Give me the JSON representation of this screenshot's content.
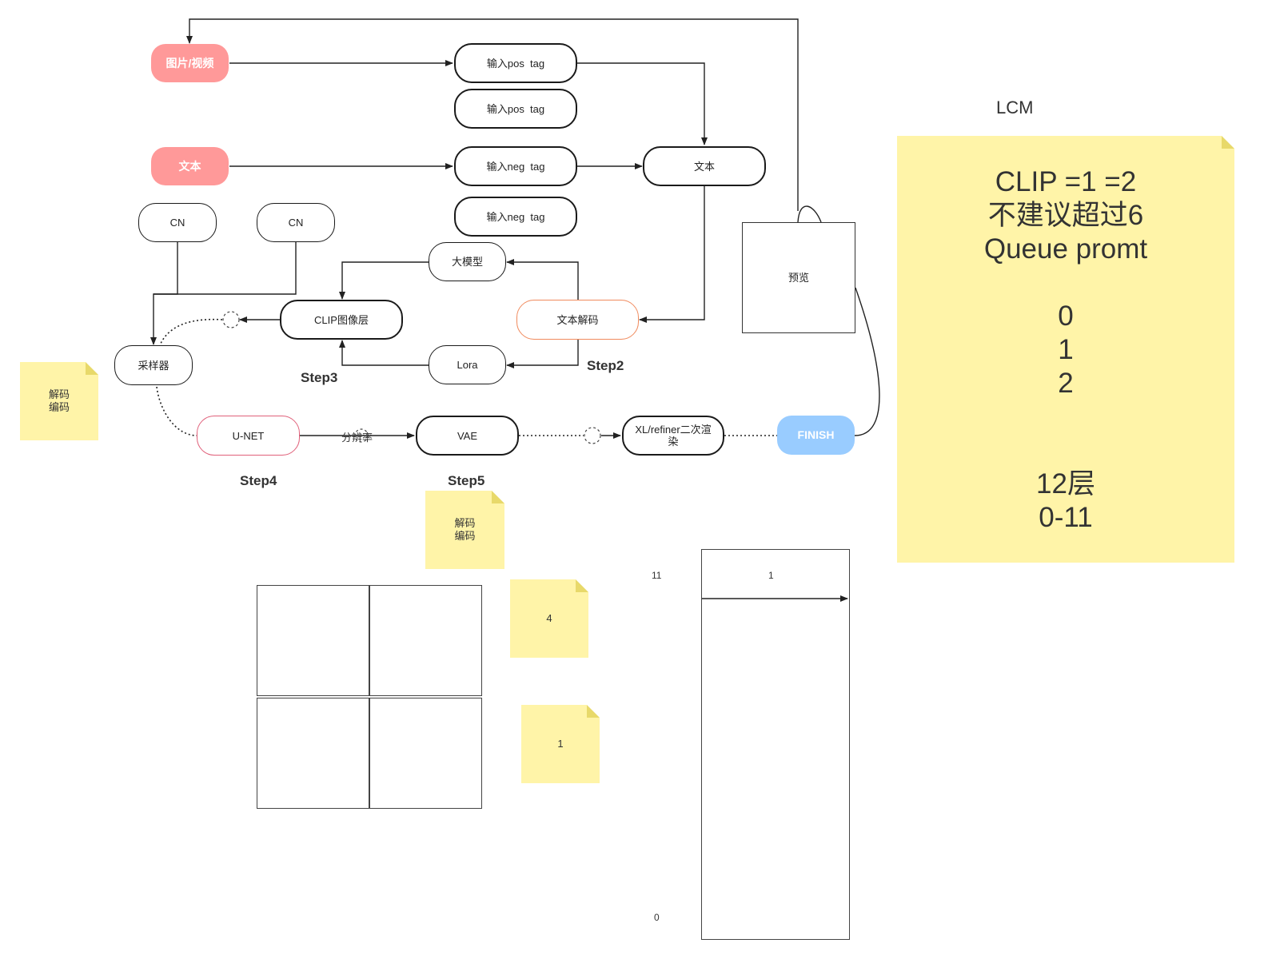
{
  "nodes": {
    "media": "图片/视频",
    "text_input": "文本",
    "pos_tag_1": "输入pos  tag",
    "pos_tag_2": "输入pos  tag",
    "neg_tag_1": "输入neg  tag",
    "neg_tag_2": "输入neg  tag",
    "text_merge": "文本",
    "cn_1": "CN",
    "cn_2": "CN",
    "big_model": "大模型",
    "clip_layer": "CLIP图像层",
    "text_decode": "文本解码",
    "lora": "Lora",
    "sampler": "采样器",
    "unet": "U-NET",
    "vae": "VAE",
    "refiner": "XL/refiner二次渲染",
    "finish": "FINISH",
    "preview": "预览"
  },
  "edge_labels": {
    "resolution": "分辨率"
  },
  "steps": {
    "step2": "Step2",
    "step3": "Step3",
    "step4": "Step4",
    "step5": "Step5"
  },
  "notes": {
    "decode_left": "解码\n编码",
    "decode_mid": "解码\n编码",
    "four": "4",
    "one": "1"
  },
  "lcm": {
    "title": "LCM",
    "lines": [
      "CLIP =1  =2",
      "不建议超过6",
      "Queue  promt",
      "0",
      "1",
      "2",
      "12层",
      "0-11"
    ]
  },
  "layer_axis": {
    "top": "11",
    "bottom": "0",
    "inner": "1"
  },
  "colors": {
    "pink_node": "#ff9999",
    "finish_node": "#99ccff",
    "sticky_note": "#fff4a8",
    "text_decode_border": "#f08a5d",
    "unet_border": "#e0607a"
  }
}
